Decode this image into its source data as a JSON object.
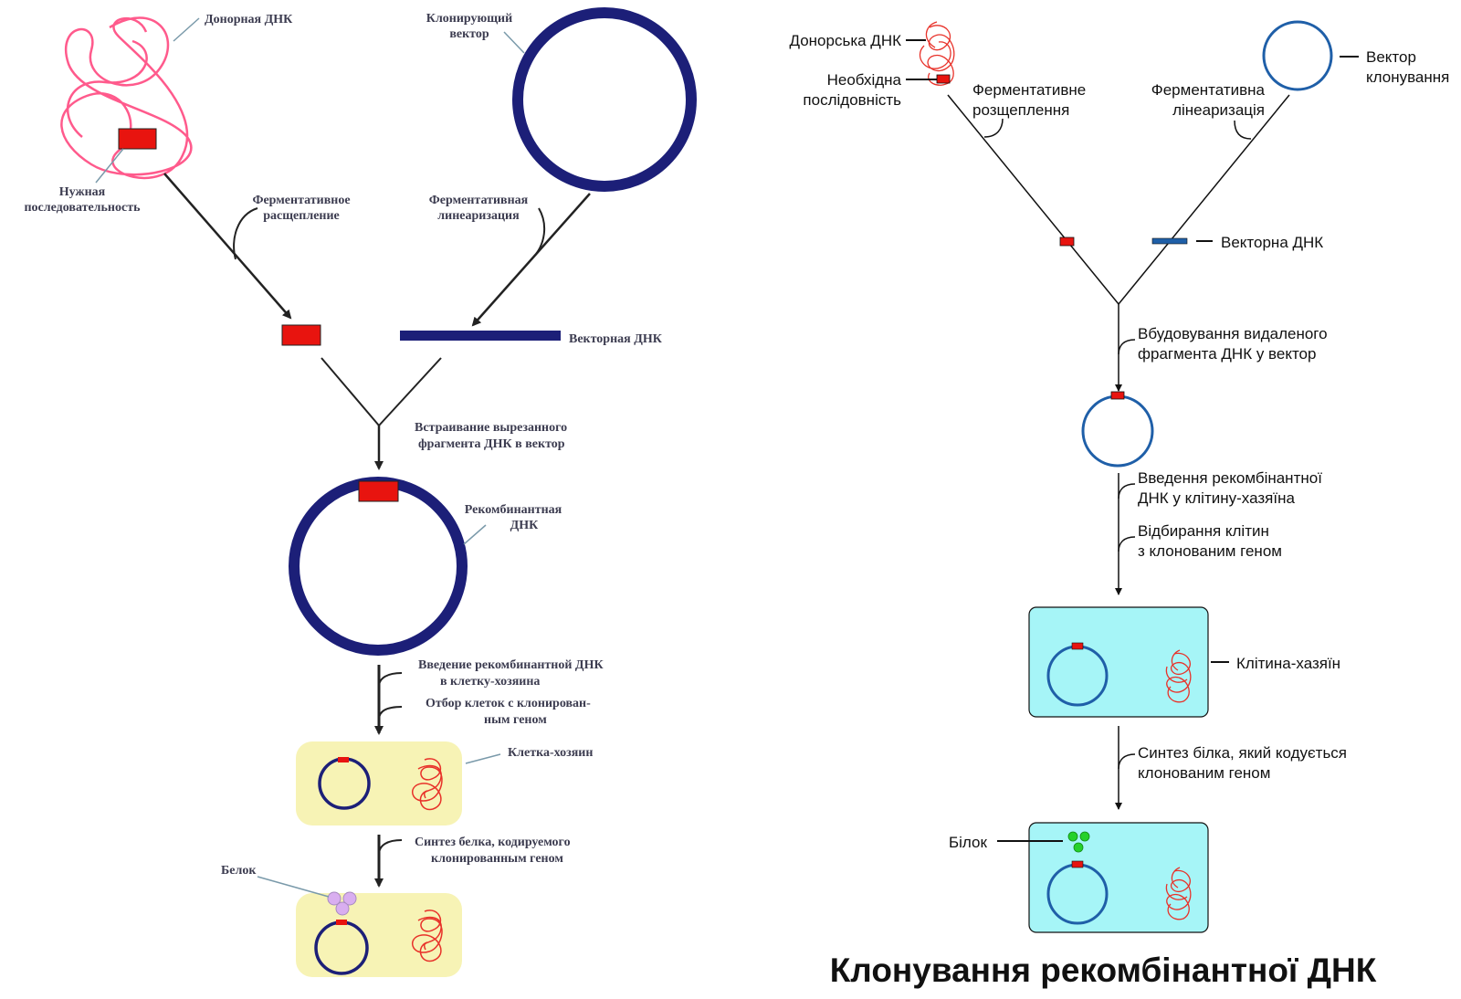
{
  "left_panel": {
    "donor_dna": "Донорная ДНК",
    "cloning_vector": [
      "Клонирующий",
      "вектор"
    ],
    "target_sequence": [
      "Нужная",
      "последовательность"
    ],
    "enzymatic_cleavage": [
      "Ферментативное",
      "расщепление"
    ],
    "enzymatic_linearization": [
      "Ферментативная",
      "линеаризация"
    ],
    "vector_dna": "Векторная ДНК",
    "insertion": [
      "Встраивание вырезанного",
      "фрагмента ДНК в вектор"
    ],
    "recombinant_dna": [
      "Рекомбинантная",
      "ДНК"
    ],
    "introduction": [
      "Введение рекомбинантной ДНК",
      "в клетку-хозяина"
    ],
    "selection": [
      "Отбор клеток с клонирован-",
      "ным геном"
    ],
    "host_cell": "Клетка-хозяин",
    "protein_synthesis": [
      "Синтез белка, кодируемого",
      "клонированным геном"
    ],
    "protein": "Белок"
  },
  "right_panel": {
    "donor_dna": "Донорська ДНК",
    "required_sequence": [
      "Необхідна",
      "послідовність"
    ],
    "enzymatic_cleavage": [
      "Ферментативне",
      "розщеплення"
    ],
    "enzymatic_linearization": [
      "Ферментативна",
      "лінеаризація"
    ],
    "cloning_vector": [
      "Вектор",
      "клонування"
    ],
    "vector_dna": "Векторна ДНК",
    "insertion": [
      "Вбудовування видаленого",
      "фрагмента ДНК у вектор"
    ],
    "introduction": [
      "Введення рекомбінантної",
      "ДНК у клітину-хазяїна"
    ],
    "selection": [
      "Відбирання клітин",
      "з клонованим геном"
    ],
    "host_cell": "Клітина-хазяїн",
    "protein_synthesis": [
      "Синтез білка, який кодується",
      "клонованим геном"
    ],
    "protein": "Білок",
    "title": "Клонування рекомбінантної ДНК"
  },
  "colors": {
    "vector_dark": "#1c1f78",
    "vector_blue": "#1f5fa8",
    "insert_red": "#e8140f",
    "donor_pink": "#ff5a8c",
    "donor_red": "#e8322a",
    "cell_yellow": "#f7f3b5",
    "cell_cyan": "#a6f5f7",
    "protein_lilac": "#d9aef0",
    "protein_green": "#25d12a"
  }
}
